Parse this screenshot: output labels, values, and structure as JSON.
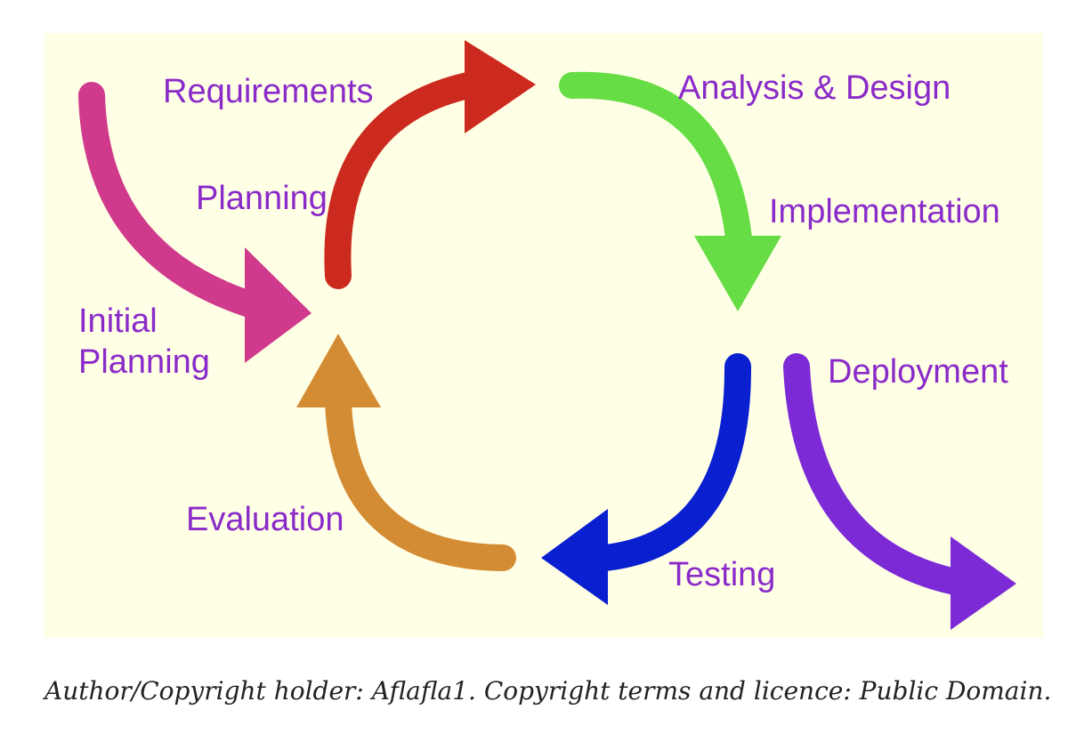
{
  "diagram": {
    "stages": [
      {
        "id": "initial-planning",
        "lines": [
          "Initial",
          "Planning"
        ]
      },
      {
        "id": "requirements",
        "lines": [
          "Requirements"
        ]
      },
      {
        "id": "planning",
        "lines": [
          "Planning"
        ]
      },
      {
        "id": "analysis-design",
        "lines": [
          "Analysis & Design"
        ]
      },
      {
        "id": "implementation",
        "lines": [
          "Implementation"
        ]
      },
      {
        "id": "deployment",
        "lines": [
          "Deployment"
        ]
      },
      {
        "id": "testing",
        "lines": [
          "Testing"
        ]
      },
      {
        "id": "evaluation",
        "lines": [
          "Evaluation"
        ]
      }
    ],
    "arrow_colors": {
      "initial": "#d03a8c",
      "planning": "#cc2a1e",
      "analysis": "#66dd44",
      "testing": "#0a1fcf",
      "evaluation": "#d48c34",
      "deployment": "#7b2ad6"
    },
    "label_color": "#8a2bc9",
    "background_color": "#ffffe6"
  },
  "caption": "Author/Copyright holder: Aflafla1. Copyright terms and licence: Public Domain."
}
